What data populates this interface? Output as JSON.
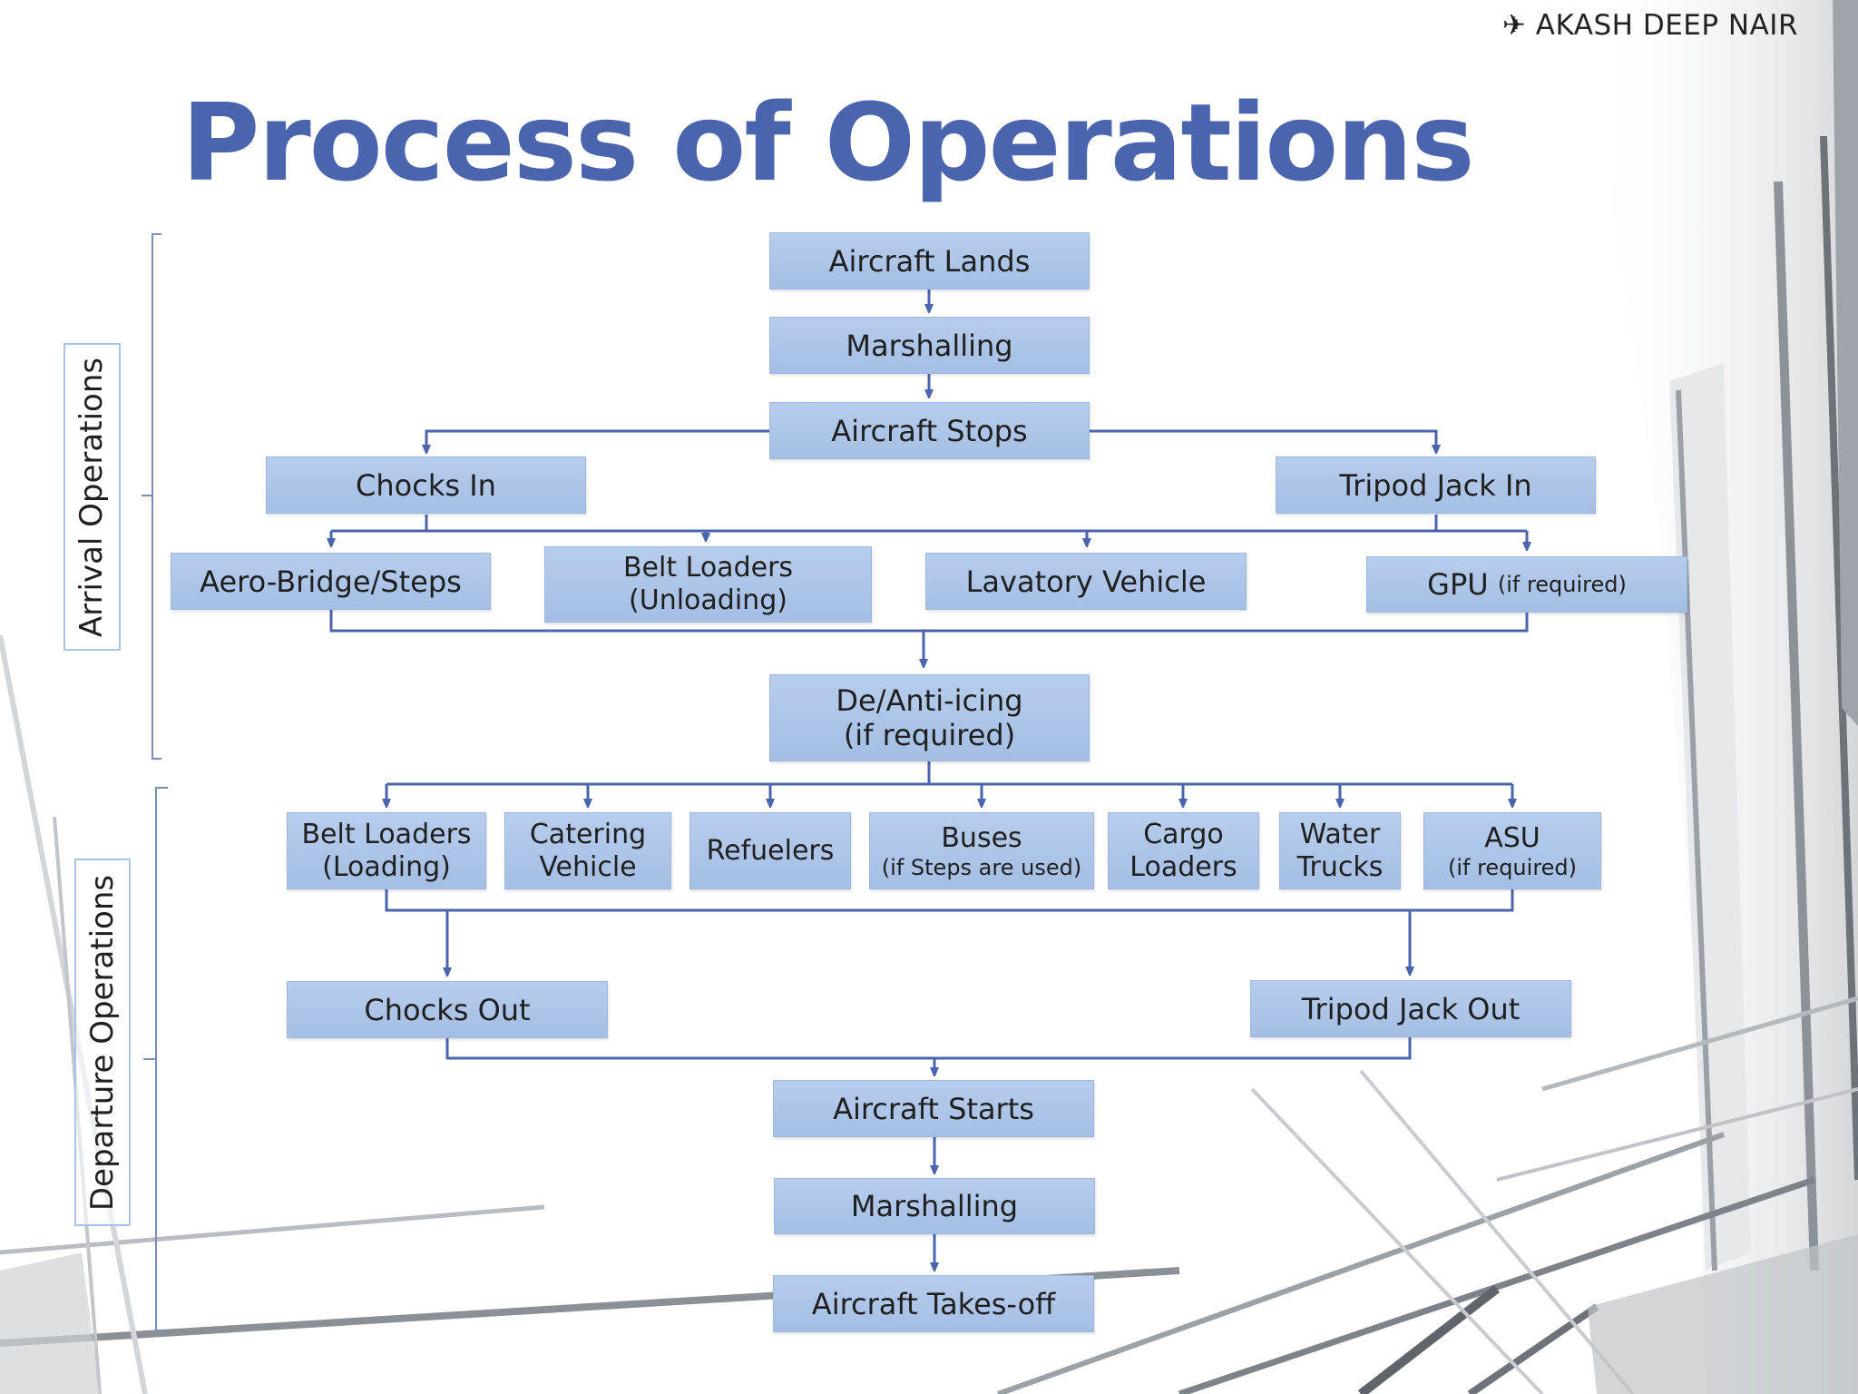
{
  "header": {
    "author_icon": "airplane-icon",
    "author": "AKASH DEEP NAIR",
    "title": "Process of Operations"
  },
  "sections": {
    "arrival": "Arrival Operations",
    "departure": "Departure Operations"
  },
  "arrival": {
    "aircraft_lands": "Aircraft Lands",
    "marshalling": "Marshalling",
    "aircraft_stops": "Aircraft Stops",
    "chocks_in": "Chocks In",
    "tripod_jack_in": "Tripod Jack In",
    "aero_bridge": "Aero-Bridge/Steps",
    "belt_loaders_unloading_l1": "Belt Loaders",
    "belt_loaders_unloading_l2": "(Unloading)",
    "lavatory_vehicle": "Lavatory Vehicle",
    "gpu": "GPU",
    "gpu_note": "(if required)",
    "deicing_l1": "De/Anti-icing",
    "deicing_l2": "(if required)"
  },
  "departure": {
    "belt_loaders_loading_l1": "Belt Loaders",
    "belt_loaders_loading_l2": "(Loading)",
    "catering_l1": "Catering",
    "catering_l2": "Vehicle",
    "refuelers": "Refuelers",
    "buses_l1": "Buses",
    "buses_l2": "(if Steps are used)",
    "cargo_l1": "Cargo",
    "cargo_l2": "Loaders",
    "water_l1": "Water",
    "water_l2": "Trucks",
    "asu_l1": "ASU",
    "asu_l2": "(if required)",
    "chocks_out": "Chocks Out",
    "tripod_jack_out": "Tripod Jack Out",
    "aircraft_starts": "Aircraft Starts",
    "marshalling": "Marshalling",
    "aircraft_takes_off": "Aircraft Takes-off"
  },
  "colors": {
    "title": "#4a64ad",
    "box_fill": "#a9c2e6",
    "connector": "#4a64ad",
    "bracket": "#7a8fb8"
  }
}
